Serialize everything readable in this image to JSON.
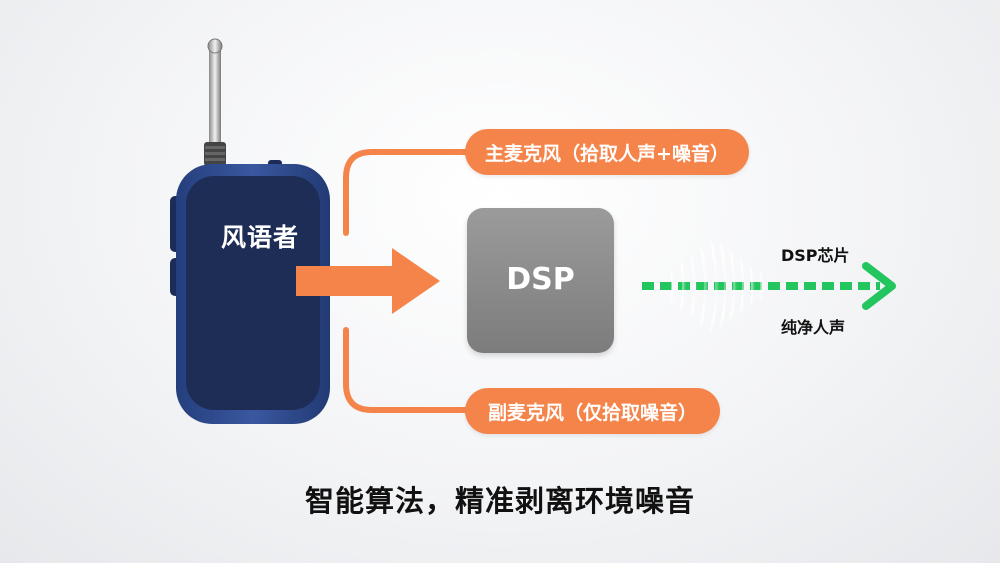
{
  "device": {
    "label": "风语者"
  },
  "mics": {
    "main_label": "主麦克风（拾取人声+噪音）",
    "sub_label": "副麦克风（仅拾取噪音）"
  },
  "chip": {
    "label": "DSP"
  },
  "output": {
    "top_label": "DSP芯片",
    "bottom_label": "纯净人声"
  },
  "caption": "智能算法，精准剥离环境噪音",
  "colors": {
    "orange": "#f5844a",
    "green": "#22c55e",
    "device_body": "#2f4a8a",
    "device_screen": "#1e2e57",
    "chip_gray": "#8a8a8a"
  }
}
